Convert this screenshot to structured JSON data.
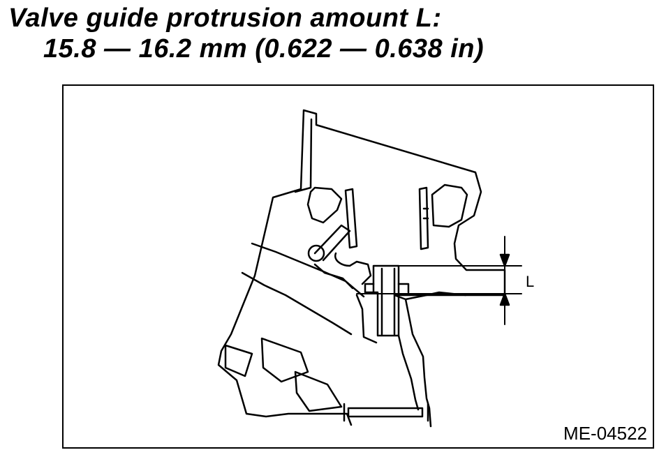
{
  "spec": {
    "title": "Valve guide protrusion amount L:",
    "value": "15.8 — 16.2 mm (0.622 — 0.638 in)"
  },
  "figure": {
    "dimension_label": "L",
    "figure_id": "ME-04522"
  }
}
